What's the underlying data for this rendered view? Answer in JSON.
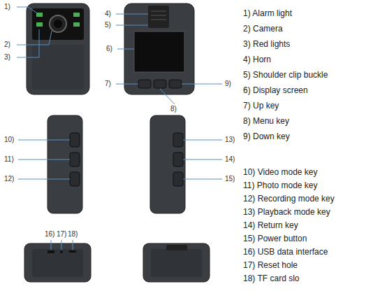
{
  "diagram": {
    "labels": [
      "1)",
      "2)",
      "3)",
      "4)",
      "5)",
      "6)",
      "7)",
      "8)",
      "9)",
      "10)",
      "11)",
      "12)",
      "13)",
      "14)",
      "15)",
      "16)",
      "17)",
      "18)",
      "1) Alarm light",
      "2) Camera",
      "3) Red lights",
      "4) Horn",
      "5) Shoulder clip buckle",
      "6) Display screen",
      "7) Up key",
      "8) Menu key",
      "9) Down key",
      "10) Video mode key",
      "11) Photo mode key",
      "12) Recording mode key",
      "13) Playback mode key",
      "14) Return key",
      "15) Power button",
      "16) USB data interface",
      "17) Reset hole",
      "18) TF card slo"
    ]
  }
}
